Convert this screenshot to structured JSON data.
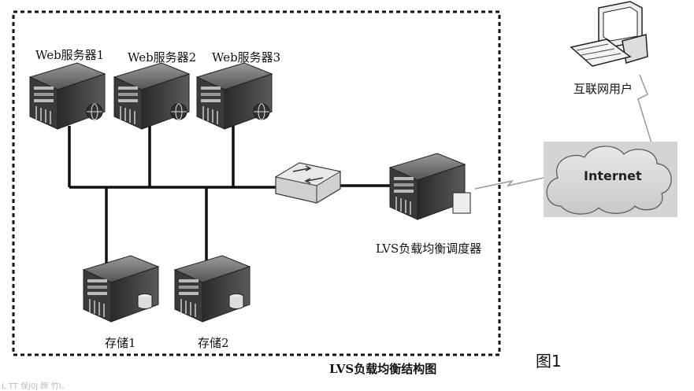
{
  "diagram": {
    "servers": [
      {
        "label": "Web服务器1"
      },
      {
        "label": "Web服务器2"
      },
      {
        "label": "Web服务器3"
      }
    ],
    "storage": [
      {
        "label": "存储1"
      },
      {
        "label": "存储2"
      }
    ],
    "balancer_label": "LVS负载均衡调度器",
    "internet_label": "Internet",
    "user_label": "互联网用户",
    "caption": "LVS负载均衡结构图",
    "figure_label": "图1",
    "corner_text": "L TT 保J0J 蹄 竹I。"
  }
}
